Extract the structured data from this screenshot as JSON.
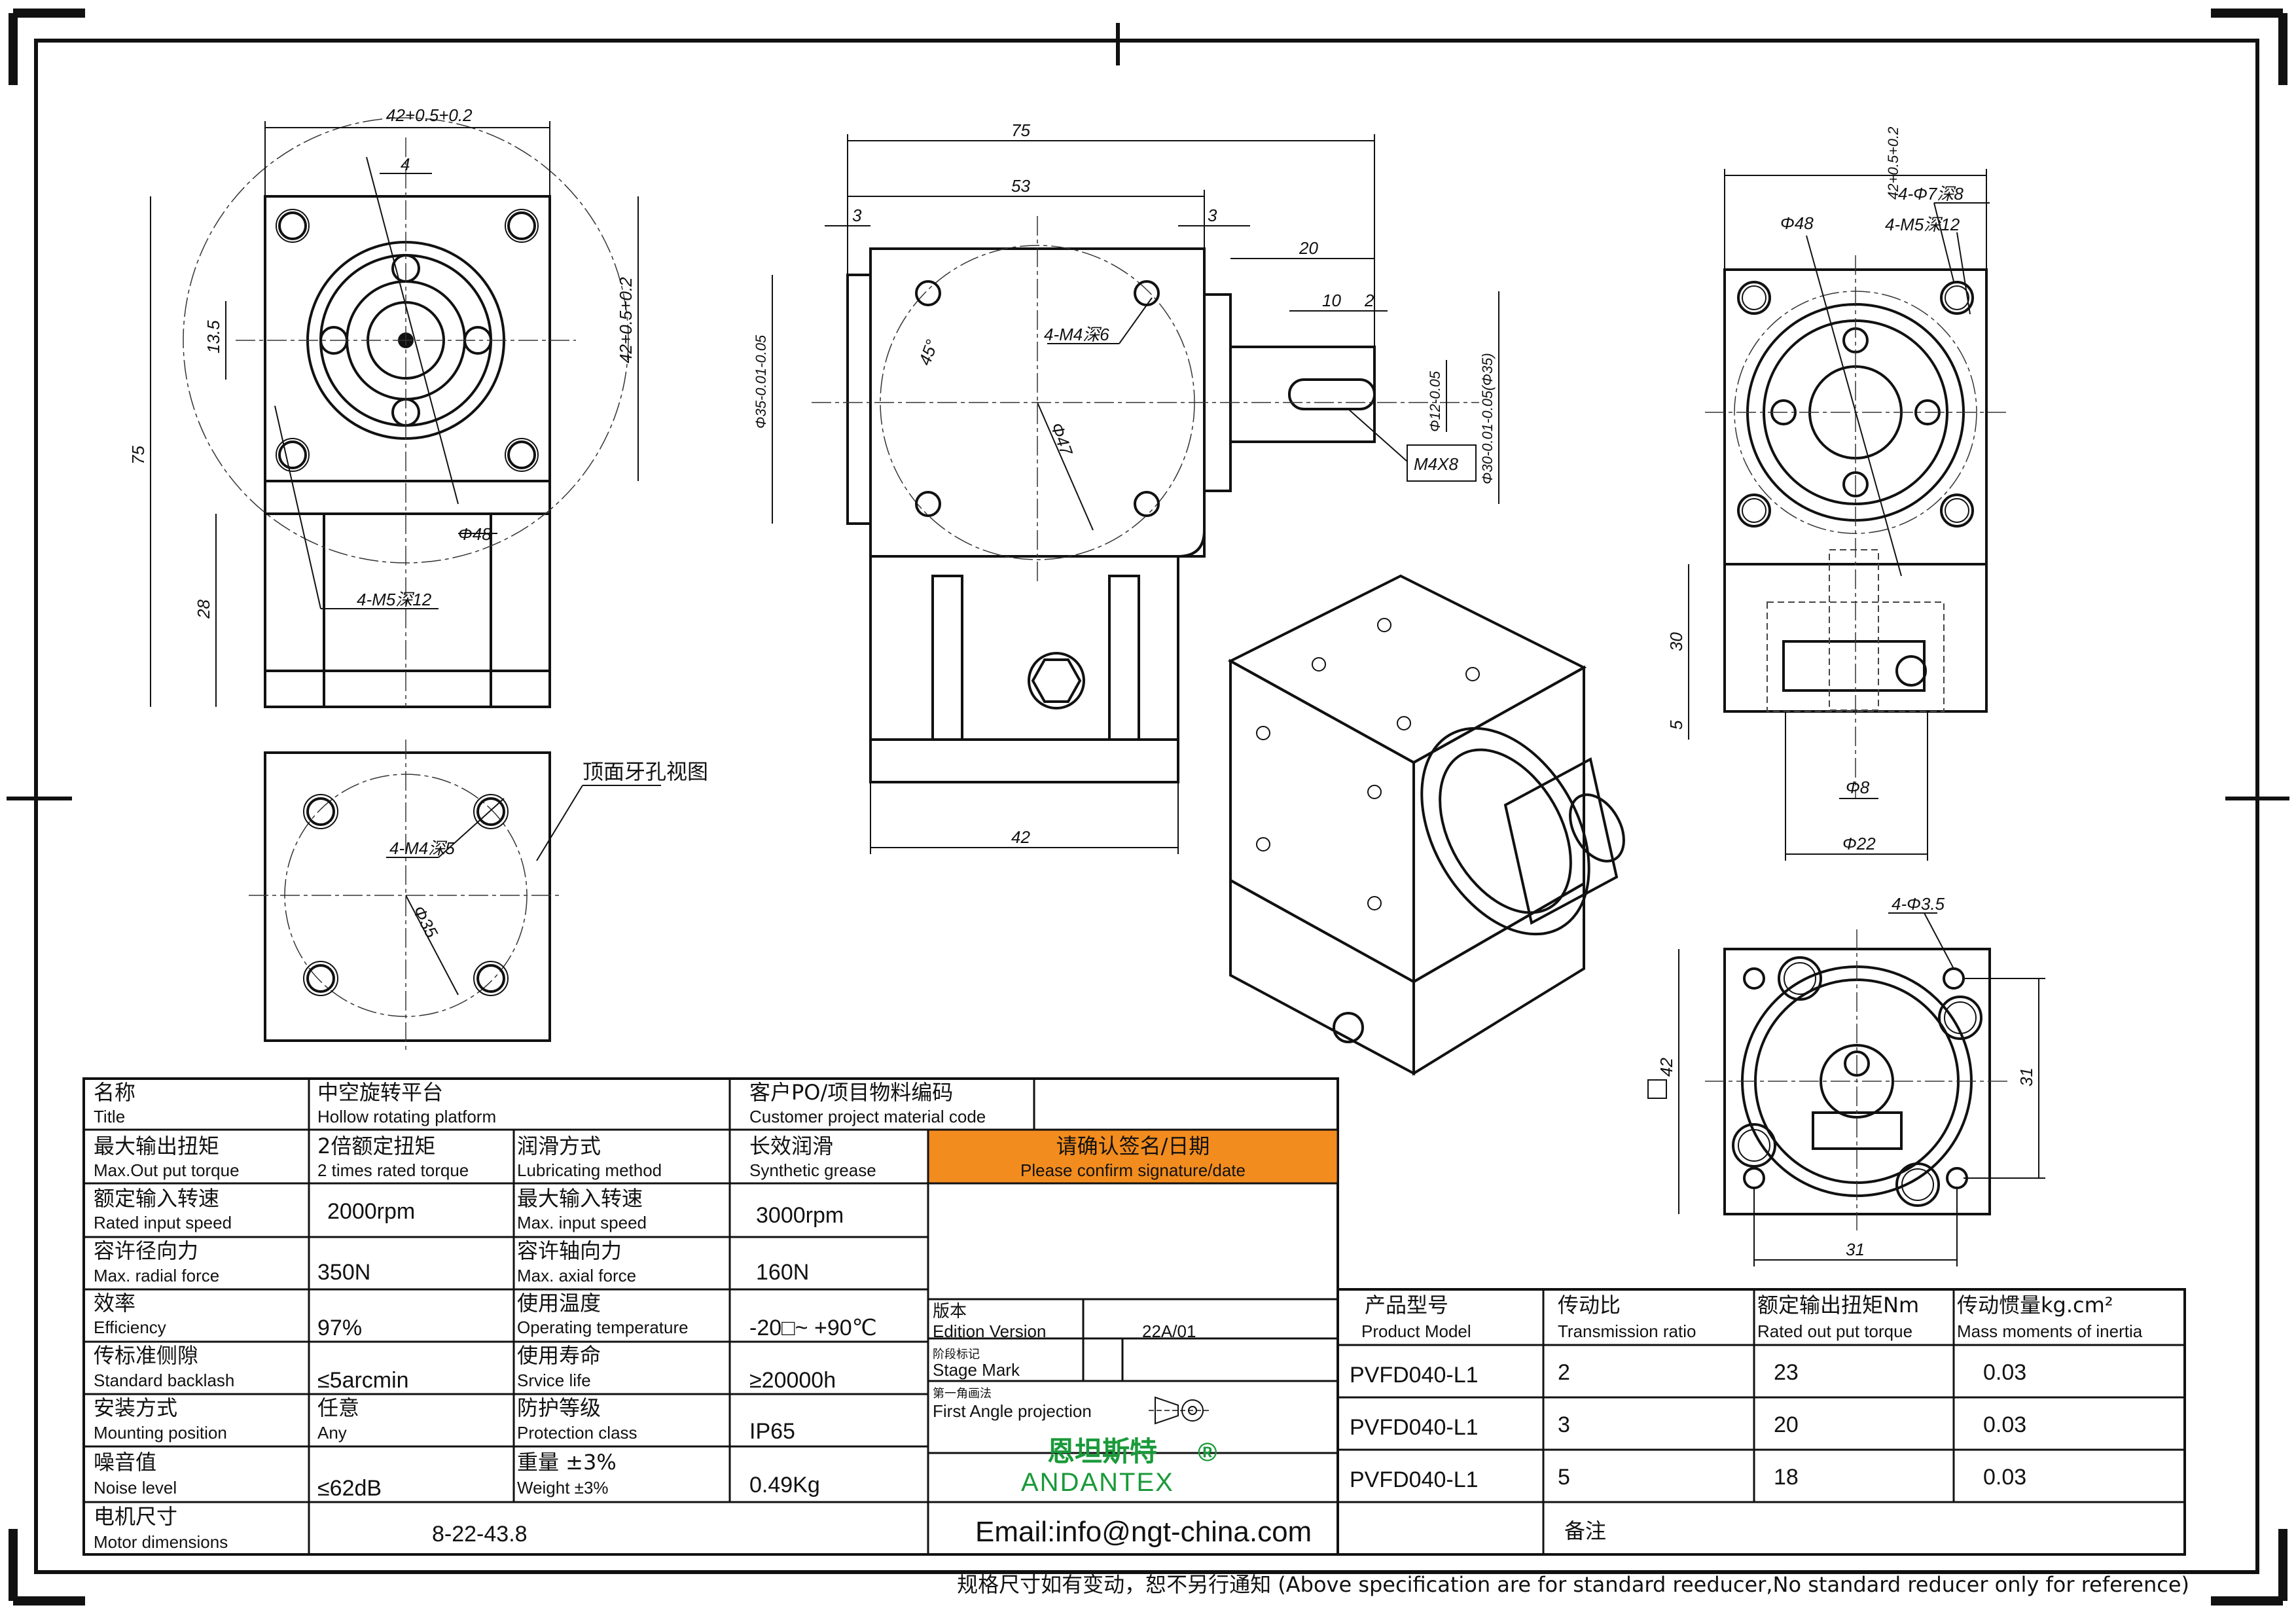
{
  "drawing": {
    "top_view_label": "顶面牙孔视图",
    "dims": {
      "d42_top": "42+0.5+0.2",
      "d4": "4",
      "d13_5": "13.5",
      "d42_side": "42+0.5+0.2",
      "d75_left": "75",
      "d28": "28",
      "d48_left": "Φ48",
      "m5_left": "4-M5深12",
      "m4_top": "4-M4深5",
      "d35_top": "Φ35",
      "d75_front": "75",
      "d53": "53",
      "d3a": "3",
      "d3b": "3",
      "d20": "20",
      "d10": "10",
      "d2": "2",
      "d35_front": "Φ35-0.01-0.05",
      "m4_front": "4-M4深6",
      "a45": "45°",
      "d47": "Φ47",
      "d12": "Φ12-0.05",
      "d30": "Φ30-0.01-0.05(Φ35)",
      "m4x8": "M4X8",
      "d42_front": "42",
      "d42_right": "42+0.5+0.2",
      "d48_right": "Φ48",
      "d7_8": "4-Φ7深8",
      "m5_right": "4-M5深12",
      "d30_right": "30",
      "d5": "5",
      "d8": "Φ8",
      "d22": "Φ22",
      "d3_5": "4-Φ3.5",
      "sq42": "42",
      "d31_v": "31",
      "d31_h": "31"
    }
  },
  "spec_table": {
    "rows": [
      {
        "c1_cn": "名称",
        "c1_en": "Title",
        "c2_cn": "中空旋转平台",
        "c2_en": "Hollow rotating platform",
        "c3_cn": "客户PO/项目物料编码",
        "c3_en": "Customer project material code"
      },
      {
        "c1_cn": "最大输出扭矩",
        "c1_en": "Max.Out put torque",
        "c2_cn": "2倍额定扭矩",
        "c2_en": "2 times rated torque",
        "c3_cn": "润滑方式",
        "c3_en": "Lubricating method",
        "c4_cn": "长效润滑",
        "c4_en": "Synthetic grease"
      },
      {
        "c1_cn": "额定输入转速",
        "c1_en": "Rated input speed",
        "c2": "2000rpm",
        "c3_cn": "最大输入转速",
        "c3_en": "Max. input speed",
        "c4": "3000rpm"
      },
      {
        "c1_cn": "容许径向力",
        "c1_en": "Max. radial force",
        "c2": "350N",
        "c3_cn": "容许轴向力",
        "c3_en": "Max. axial force",
        "c4": "160N"
      },
      {
        "c1_cn": "效率",
        "c1_en": "Efficiency",
        "c2": "97%",
        "c3_cn": "使用温度",
        "c3_en": "Operating temperature",
        "c4": "-20□~ +90℃"
      },
      {
        "c1_cn": "传标准侧隙",
        "c1_en": "Standard backlash",
        "c2": "≤5arcmin",
        "c3_cn": "使用寿命",
        "c3_en": "Srvice life",
        "c4": "≥20000h"
      },
      {
        "c1_cn": "安装方式",
        "c1_en": "Mounting position",
        "c2_cn": "任意",
        "c2_en": "Any",
        "c3_cn": "防护等级",
        "c3_en": "Protection class",
        "c4": "IP65"
      },
      {
        "c1_cn": "噪音值",
        "c1_en": "Noise level",
        "c2": "≤62dB",
        "c3_cn": "重量 ±3%",
        "c3_en": "Weight ±3%",
        "c4": "0.49Kg"
      },
      {
        "c1_cn": "电机尺寸",
        "c1_en": "Motor dimensions",
        "c2": "8-22-43.8"
      }
    ],
    "confirm_cn": "请确认签名/日期",
    "confirm_en": "Please confirm signature/date",
    "accent": "#f28c1e"
  },
  "title_block": {
    "version_cn": "版本",
    "version_en": "Edition Version",
    "version_val": "22A/01",
    "stage_cn": "阶段标记",
    "stage_en": "Stage Mark",
    "proj_cn": "第一角画法",
    "proj_en": "First Angle projection",
    "brand_cn": "恩坦斯特",
    "brand_en": "ANDANTEX",
    "reg": "®",
    "brand_color": "#1a9a3a",
    "email": "Email:info@ngt-china.com"
  },
  "model_table": {
    "headers": [
      {
        "cn": "产品型号",
        "en": "Product Model"
      },
      {
        "cn": "传动比",
        "en": "Transmission ratio"
      },
      {
        "cn": "额定输出扭矩Nm",
        "en": "Rated out put torque"
      },
      {
        "cn": "传动惯量kg.cm²",
        "en": "Mass moments of inertia"
      }
    ],
    "rows": [
      [
        "PVFD040-L1",
        "2",
        "23",
        "0.03"
      ],
      [
        "PVFD040-L1",
        "3",
        "20",
        "0.03"
      ],
      [
        "PVFD040-L1",
        "5",
        "18",
        "0.03"
      ]
    ],
    "remark": "备注"
  },
  "footer": {
    "note": "规格尺寸如有变动，恕不另行通知  (Above specification are for standard reeducer,No standard reducer only for reference)"
  }
}
